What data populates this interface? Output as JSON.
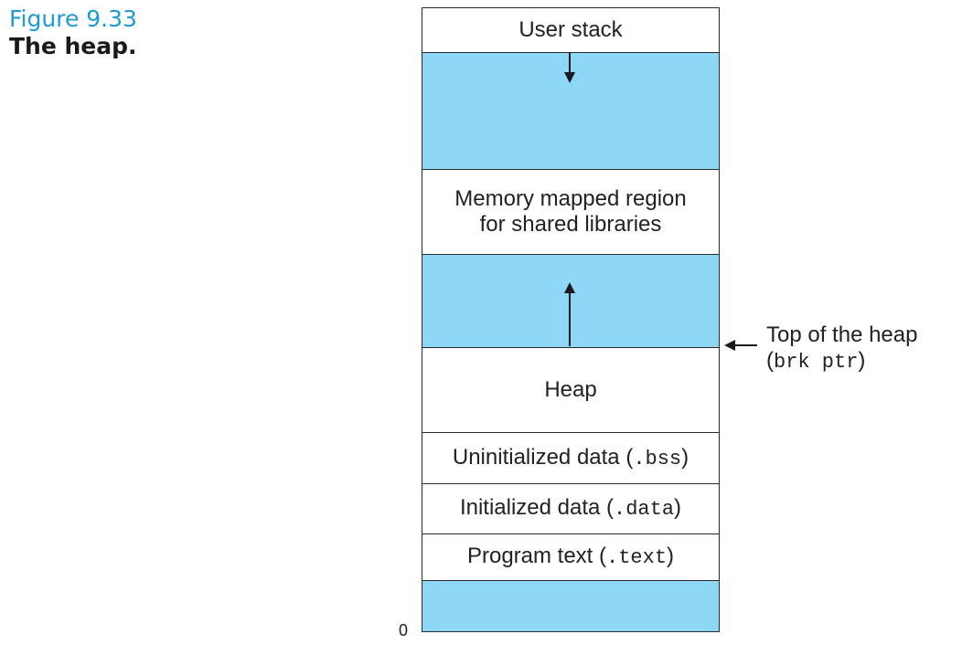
{
  "caption": {
    "number": "Figure 9.33",
    "title": "The heap."
  },
  "regions": {
    "user_stack": "User stack",
    "mmap_line1": "Memory mapped region",
    "mmap_line2": "for shared libraries",
    "heap": "Heap",
    "bss_text": "Uninitialized data (",
    "bss_code": ".bss",
    "bss_close": ")",
    "data_text": "Initialized data (",
    "data_code": ".data",
    "data_close": ")",
    "text_text": "Program text (",
    "text_code": ".text",
    "text_close": ")"
  },
  "heap_top": {
    "line1": "Top of the heap",
    "line2_open": "(",
    "line2_code": "brk ptr",
    "line2_close": ")"
  },
  "address_zero": "0",
  "colors": {
    "unused_region": "#8fd7f6",
    "caption_number": "#1e9ad6"
  }
}
